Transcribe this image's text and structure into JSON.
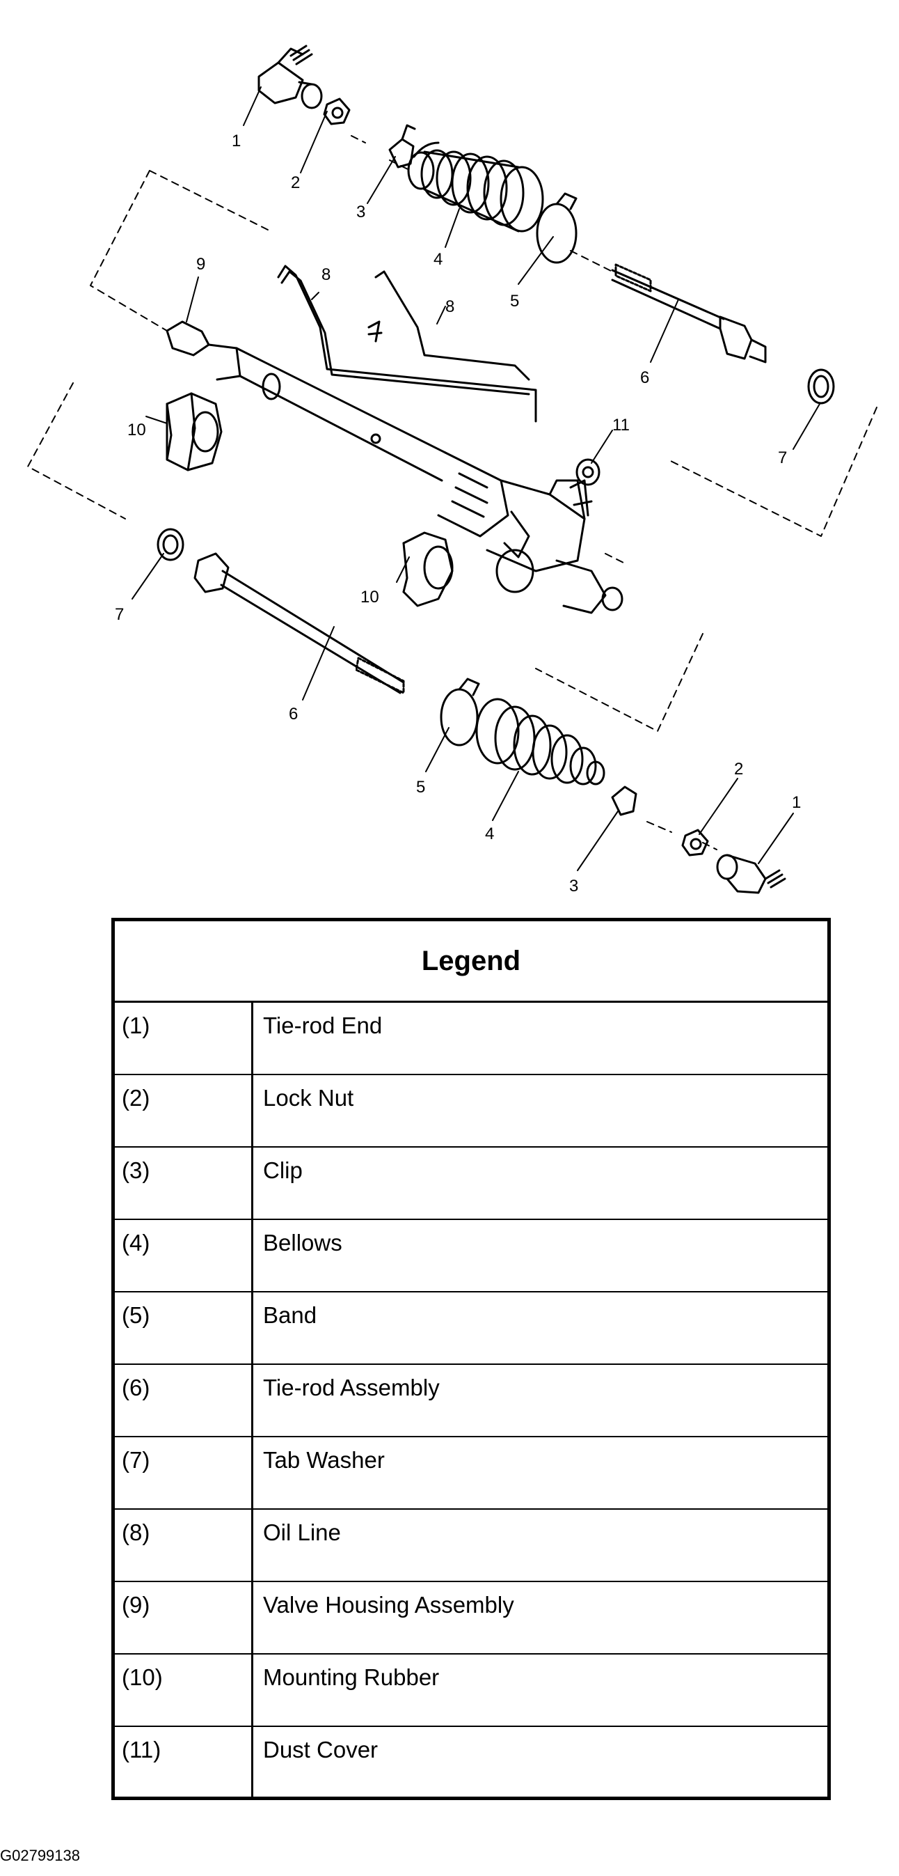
{
  "callouts": [
    {
      "id": "c1a",
      "text": "1"
    },
    {
      "id": "c2a",
      "text": "2"
    },
    {
      "id": "c3a",
      "text": "3"
    },
    {
      "id": "c4a",
      "text": "4"
    },
    {
      "id": "c5a",
      "text": "5"
    },
    {
      "id": "c6a",
      "text": "6"
    },
    {
      "id": "c7a",
      "text": "7"
    },
    {
      "id": "c8a",
      "text": "8"
    },
    {
      "id": "c8b",
      "text": "8"
    },
    {
      "id": "c9",
      "text": "9"
    },
    {
      "id": "c10a",
      "text": "10"
    },
    {
      "id": "c11",
      "text": "11"
    },
    {
      "id": "c7b",
      "text": "7"
    },
    {
      "id": "c10b",
      "text": "10"
    },
    {
      "id": "c6b",
      "text": "6"
    },
    {
      "id": "c5b",
      "text": "5"
    },
    {
      "id": "c4b",
      "text": "4"
    },
    {
      "id": "c2b",
      "text": "2"
    },
    {
      "id": "c1b",
      "text": "1"
    },
    {
      "id": "c3b",
      "text": "3"
    }
  ],
  "legend": {
    "title": "Legend",
    "rows": [
      {
        "num": "(1)",
        "name": "Tie-rod End"
      },
      {
        "num": "(2)",
        "name": "Lock Nut"
      },
      {
        "num": "(3)",
        "name": "Clip"
      },
      {
        "num": "(4)",
        "name": "Bellows"
      },
      {
        "num": "(5)",
        "name": "Band"
      },
      {
        "num": "(6)",
        "name": "Tie-rod Assembly"
      },
      {
        "num": "(7)",
        "name": "Tab Washer"
      },
      {
        "num": "(8)",
        "name": "Oil Line"
      },
      {
        "num": "(9)",
        "name": "Valve Housing Assembly"
      },
      {
        "num": "(10)",
        "name": "Mounting Rubber"
      },
      {
        "num": "(11)",
        "name": "Dust Cover"
      }
    ]
  },
  "figure_code": "G02799138"
}
